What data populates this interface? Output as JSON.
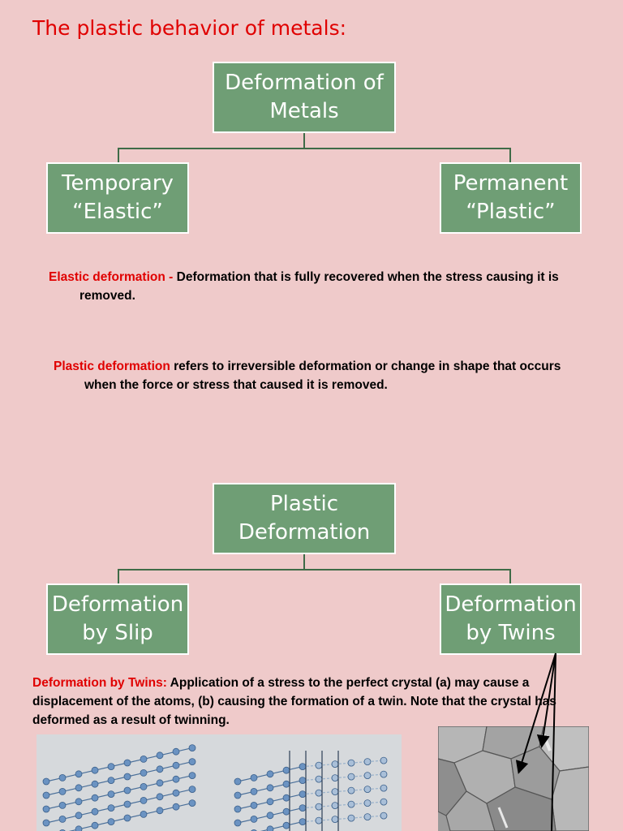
{
  "title": "The plastic behavior of metals:",
  "tree1": {
    "root": [
      "Deformation of",
      "Metals"
    ],
    "left": [
      "Temporary",
      "“Elastic”"
    ],
    "right": [
      "Permanent",
      "“Plastic”"
    ]
  },
  "elastic": {
    "term": "Elastic deformation - ",
    "line1": "Deformation that is fully recovered when the stress causing it is",
    "line2": "removed."
  },
  "plastic": {
    "term": "Plastic deformation",
    "line1": " refers to irreversible deformation or change in shape that occurs",
    "line2": "when the force or stress that caused it is removed."
  },
  "tree2": {
    "root": [
      "Plastic",
      "Deformation"
    ],
    "left": [
      "Deformation",
      "by Slip"
    ],
    "right": [
      "Deformation",
      "by Twins"
    ]
  },
  "twins": {
    "term": "Deformation by Twins:",
    "line1": " Application of a stress to the perfect crystal (a) may cause a",
    "line2": "displacement of the atoms, (b) causing the formation of a twin.  Note that the crystal has",
    "line3": "deformed as a result of twinning."
  },
  "colors": {
    "background": "#efcaca",
    "box_fill": "#6f9e75",
    "accent_red": "#e00000",
    "connector": "#3f6b47"
  }
}
